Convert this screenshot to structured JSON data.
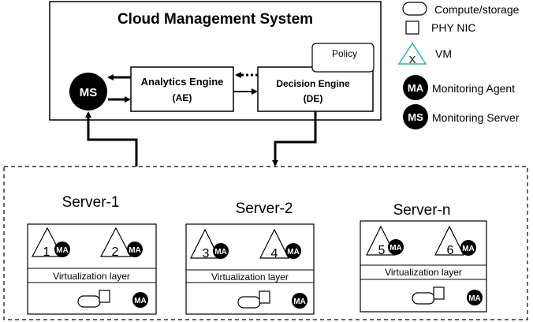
{
  "cms": {
    "title": "Cloud Management System",
    "analytics": {
      "line1": "Analytics Engine",
      "line2": "(AE)"
    },
    "decision": {
      "line1": "Decision Engine",
      "line2": "(DE)"
    },
    "policy": "Policy",
    "ms": "MS"
  },
  "legend": {
    "compute": "Compute/storage",
    "nic": "PHY NIC",
    "vm_symbol": "X",
    "vm": "VM",
    "ma_symbol": "MA",
    "ma": "Monitoring Agent",
    "ms_symbol": "MS",
    "ms": "Monitoring Server"
  },
  "servers": [
    {
      "name": "Server-1",
      "vm_a": "1",
      "vm_b": "2",
      "ma": "MA",
      "layer": "Virtualization layer"
    },
    {
      "name": "Server-2",
      "vm_a": "3",
      "vm_b": "4",
      "ma": "MA",
      "layer": "Virtualization layer"
    },
    {
      "name": "Server-n",
      "vm_a": "5",
      "vm_b": "6",
      "ma": "MA",
      "layer": "Virtualization layer"
    }
  ],
  "colors": {
    "line": "#000000",
    "vm_legend": "#2bb3b3",
    "node": "#000000",
    "node_text": "#ffffff"
  }
}
